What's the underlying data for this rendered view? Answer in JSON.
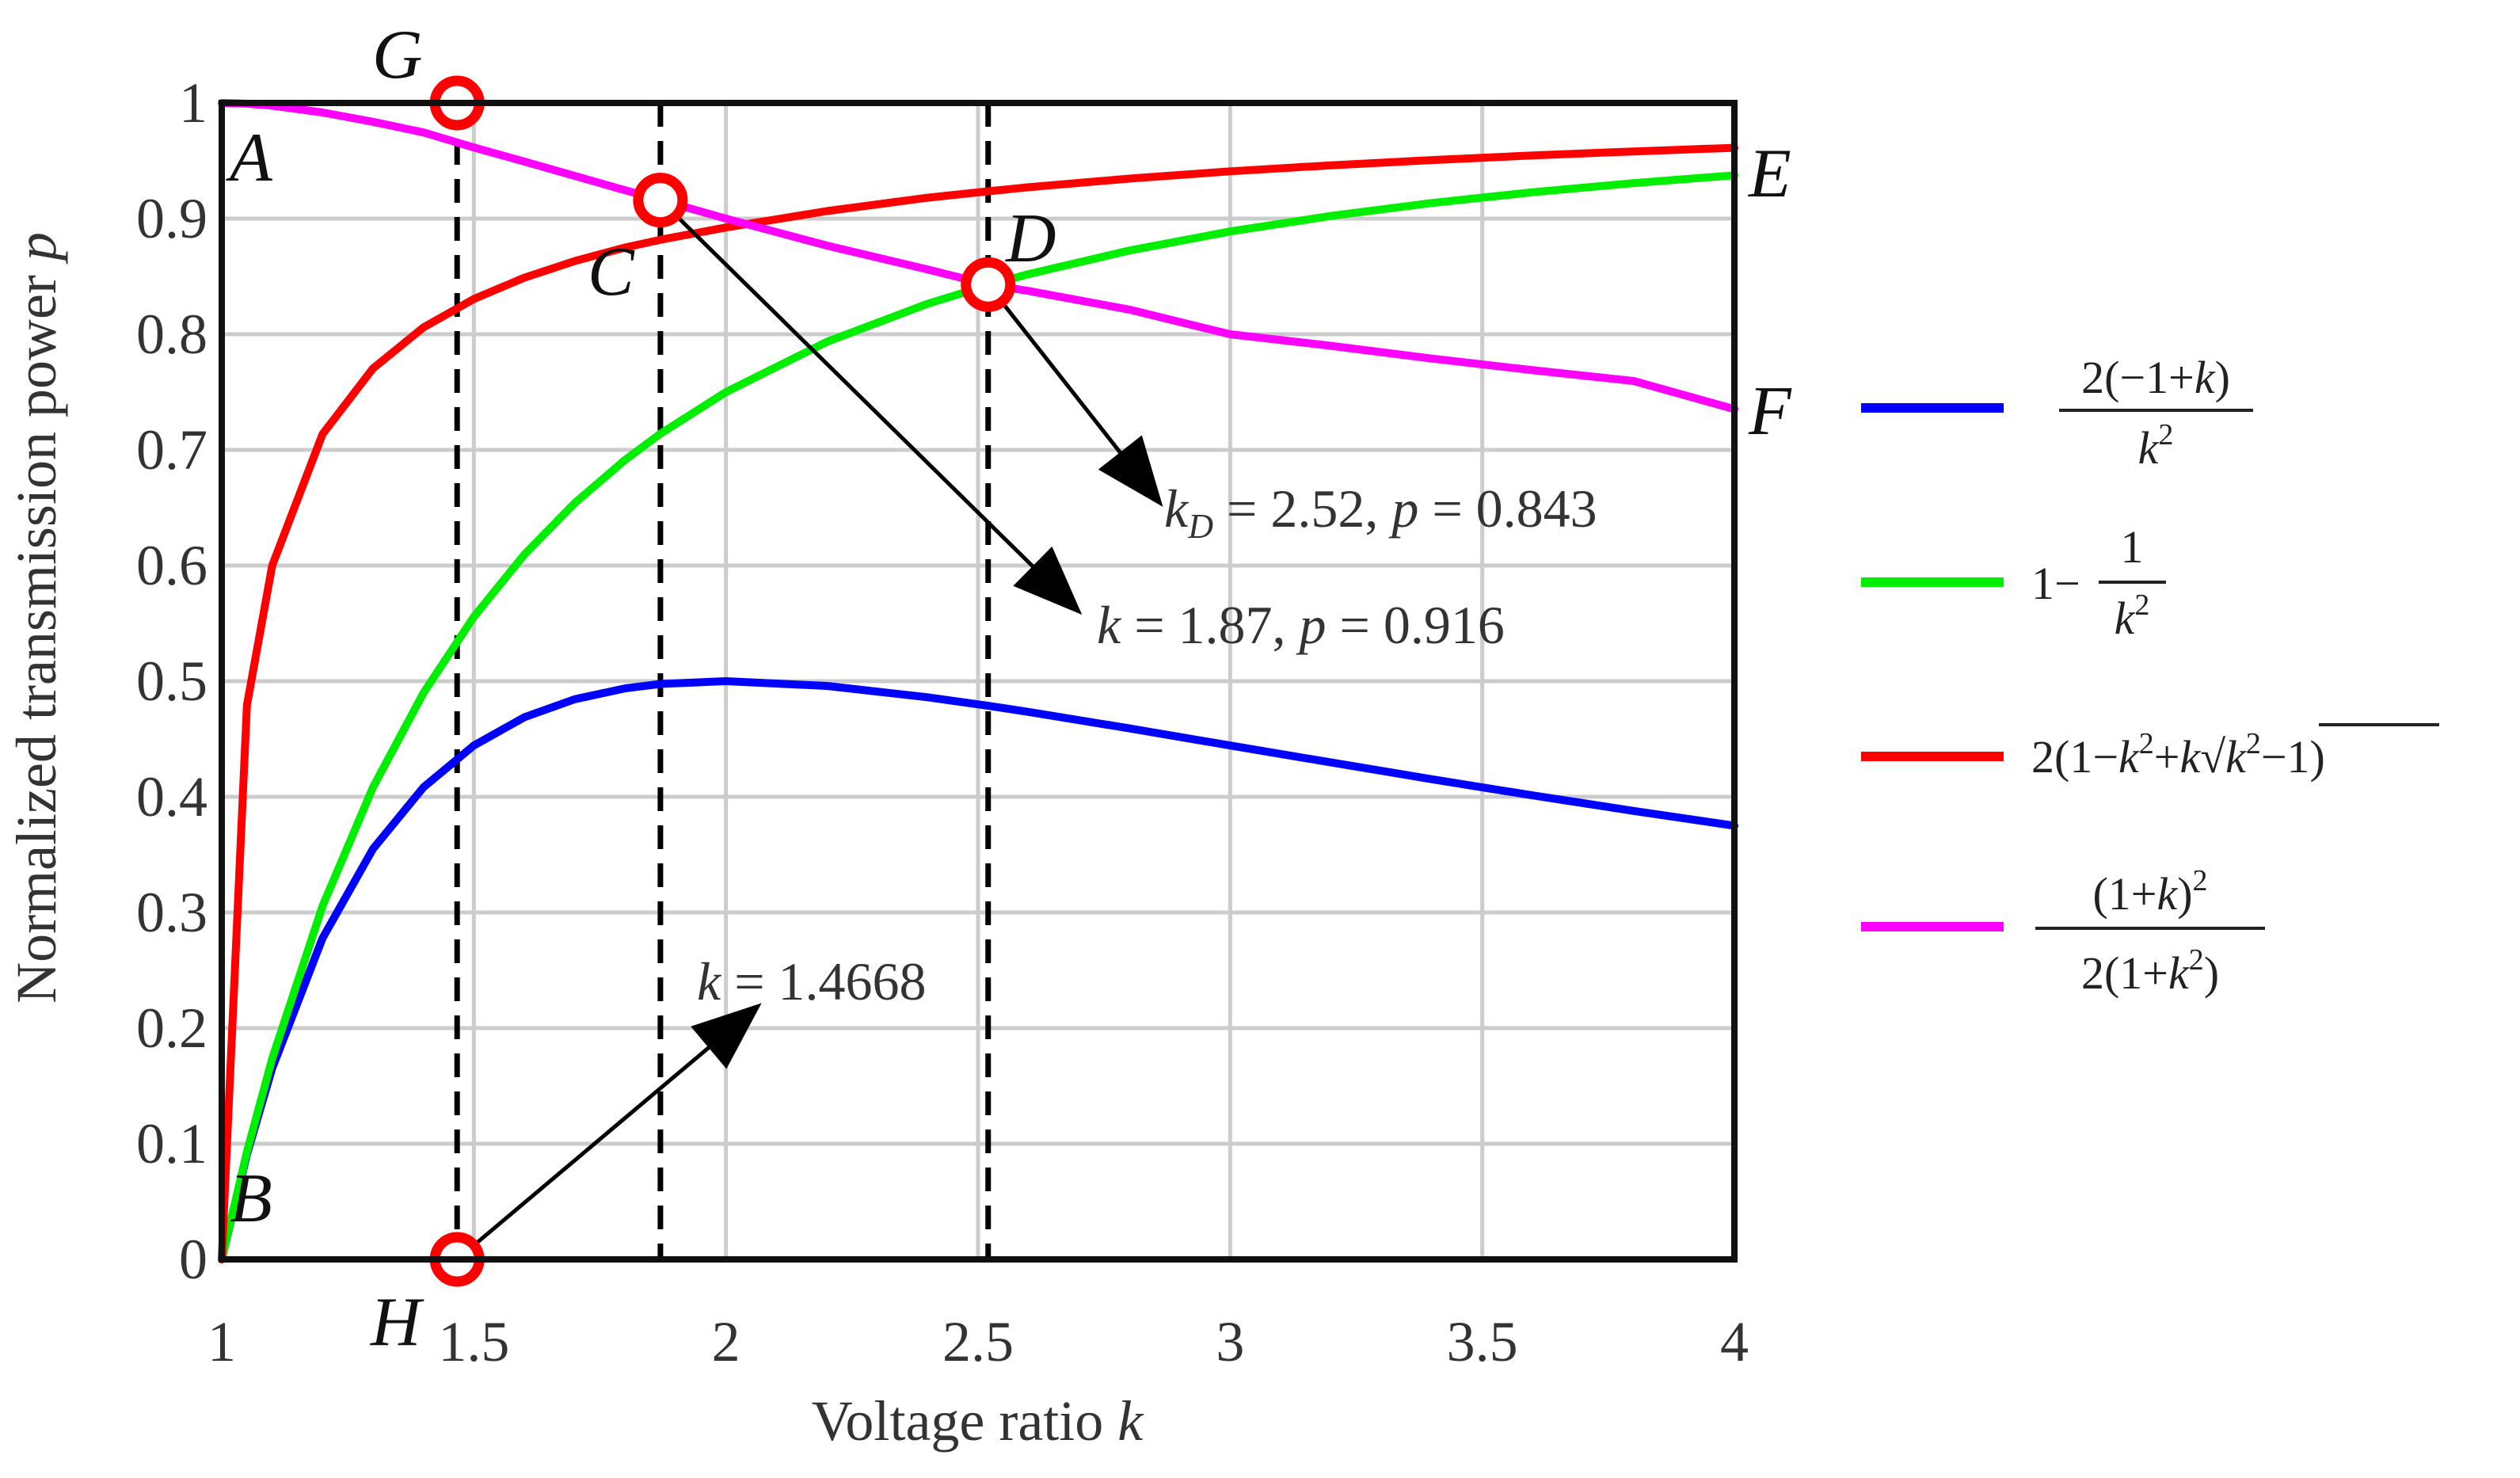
{
  "chart_data": {
    "type": "line",
    "title": "",
    "xlabel": "Voltage ratio k",
    "ylabel": "Normalized transmission power p",
    "xlim": [
      1,
      4
    ],
    "ylim": [
      0,
      1
    ],
    "grid": true,
    "x_ticks": [
      "1",
      "1.5",
      "2",
      "2.5",
      "3",
      "3.5",
      "4"
    ],
    "y_ticks": [
      "0",
      "0.1",
      "0.2",
      "0.3",
      "0.4",
      "0.5",
      "0.6",
      "0.7",
      "0.8",
      "0.9",
      "1"
    ],
    "x": [
      1.0,
      1.05,
      1.1,
      1.2,
      1.3,
      1.4,
      1.5,
      1.6,
      1.7,
      1.8,
      1.87,
      2.0,
      2.2,
      2.4,
      2.52,
      2.6,
      2.8,
      3.0,
      3.2,
      3.4,
      3.6,
      3.8,
      4.0
    ],
    "series": [
      {
        "name": "2(−1+k)/k²",
        "color": "#0000ff",
        "values": [
          0.0,
          0.0907,
          0.1653,
          0.2778,
          0.355,
          0.4082,
          0.4444,
          0.4688,
          0.4844,
          0.4938,
          0.4976,
          0.5,
          0.4959,
          0.4861,
          0.4787,
          0.4734,
          0.4592,
          0.4444,
          0.4297,
          0.4152,
          0.4012,
          0.3878,
          0.375
        ]
      },
      {
        "name": "1−1/k²",
        "color": "#00ee00",
        "values": [
          0.0,
          0.093,
          0.1736,
          0.3056,
          0.4083,
          0.4898,
          0.5556,
          0.6094,
          0.654,
          0.6914,
          0.714,
          0.75,
          0.7934,
          0.8264,
          0.8425,
          0.852,
          0.8724,
          0.8889,
          0.9023,
          0.9135,
          0.9228,
          0.9307,
          0.9375
        ]
      },
      {
        "name": "2(1−k²+k√(k²−1))",
        "color": "#ff0000",
        "values": [
          0.0,
          0.4793,
          0.5999,
          0.7136,
          0.7705,
          0.8059,
          0.8305,
          0.8489,
          0.8633,
          0.875,
          0.8817,
          0.8923,
          0.9065,
          0.9181,
          0.9236,
          0.9271,
          0.9346,
          0.9409,
          0.9461,
          0.9506,
          0.9546,
          0.9581,
          0.9612
        ]
      },
      {
        "name": "(1+k)²/(2(1+k²))",
        "color": "#ff00ff",
        "values": [
          1.0,
          0.9994,
          0.9977,
          0.9918,
          0.9837,
          0.9745,
          0.9615,
          0.9494,
          0.9369,
          0.9245,
          0.916,
          0.9,
          0.8767,
          0.856,
          0.843,
          0.8375,
          0.8213,
          0.8,
          0.79,
          0.779,
          0.7689,
          0.7596,
          0.7353
        ]
      }
    ],
    "legend": {
      "placement": "right",
      "entries": [
        {
          "color": "#0000ff",
          "label": "2(−1+k)/k²"
        },
        {
          "color": "#00ee00",
          "label": "1−1/k²"
        },
        {
          "color": "#ff0000",
          "label": "2(1−k²+k√(k²−1))"
        },
        {
          "color": "#ff00ff",
          "label": "(1+k)²/(2(1+k²))"
        }
      ]
    },
    "vlines": [
      1.4668,
      1.87,
      2.52
    ],
    "points": [
      {
        "name": "G",
        "x": 1.4668,
        "y": 1.0
      },
      {
        "name": "C",
        "x": 1.87,
        "y": 0.916
      },
      {
        "name": "D",
        "x": 2.52,
        "y": 0.843
      },
      {
        "name": "H",
        "x": 1.4668,
        "y": 0.0
      }
    ],
    "point_labels": {
      "G": "G",
      "A": "A",
      "C": "C",
      "D": "D",
      "E": "E",
      "F": "F",
      "B": "B",
      "H": "H"
    },
    "annotations": {
      "d_text": "k_D = 2.52, p = 0.843",
      "c_text": "k = 1.87, p = 0.916",
      "h_text": "k = 1.4668"
    }
  }
}
